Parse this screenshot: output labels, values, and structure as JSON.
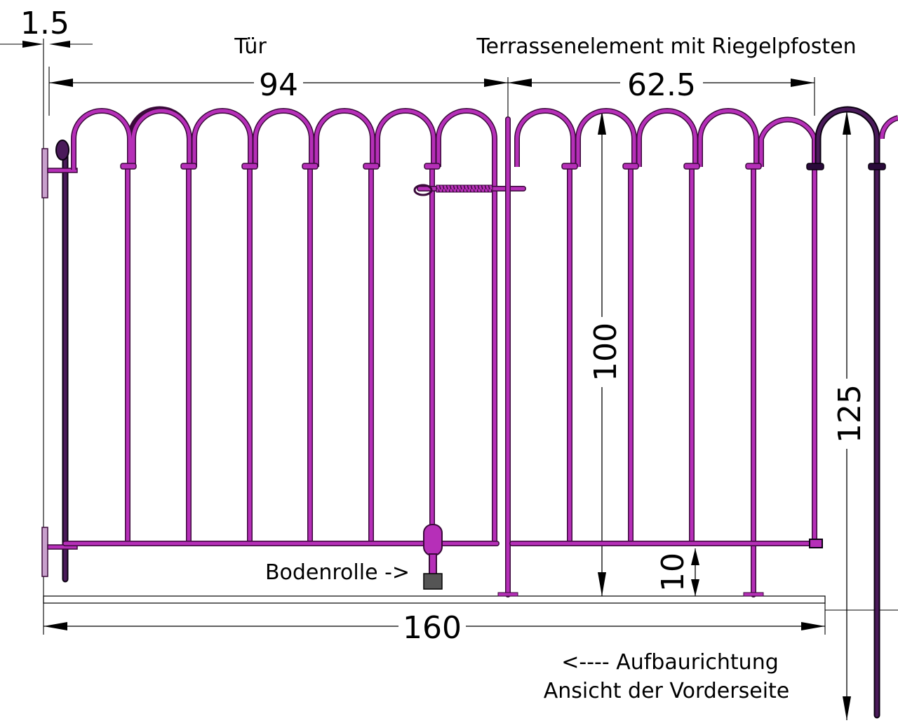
{
  "labels": {
    "door": "Tür",
    "terrace_element": "Terrassenelement mit Riegelpfosten",
    "floor_roller": "Bodenrolle ->",
    "build_direction": "<---- Aufbaurichtung",
    "front_view": "Ansicht der Vorderseite"
  },
  "dimensions": {
    "gap": "1.5",
    "door_width": "94",
    "terrace_width": "62.5",
    "height_100": "100",
    "height_125": "125",
    "ground_clearance": "10",
    "total_width": "160"
  },
  "colors": {
    "fence": "#b62fb8",
    "fence_outline": "#3a0a3a",
    "post_dark": "#2a0a3a"
  }
}
